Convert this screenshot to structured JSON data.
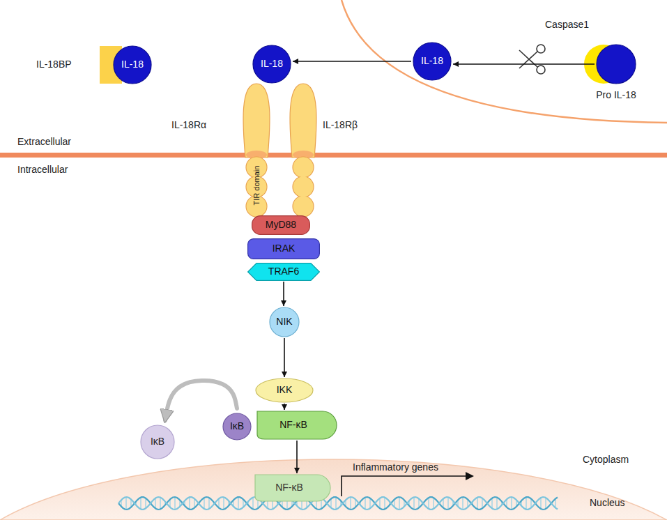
{
  "diagram": {
    "nodes": [
      {
        "text": [
          "IL-18"
        ]
      },
      {
        "text": [
          "IL-18"
        ]
      },
      {
        "text": [
          "IL-18"
        ]
      },
      {
        "text": [
          "Pro IL-18"
        ]
      },
      {
        "text": [
          "IL-18Rα",
          "TIR domain"
        ]
      },
      {
        "text": [
          "IL-18Rβ"
        ]
      },
      {
        "text": [
          "MyD88"
        ]
      },
      {
        "text": [
          "IRAK"
        ]
      },
      {
        "text": [
          "TRAF6"
        ]
      },
      {
        "text": [
          "NIK"
        ]
      },
      {
        "text": [
          "IKK"
        ]
      },
      {
        "text": [
          "IκB"
        ]
      },
      {
        "text": [
          "IκB"
        ]
      },
      {
        "text": [
          "NF-κB"
        ]
      },
      {
        "text": [
          "NF-κB"
        ]
      }
    ],
    "edges": [
      {
        "from": 2,
        "to": 1,
        "arrow": "to"
      },
      {
        "from": 3,
        "to": 2,
        "arrow": "to"
      },
      {
        "from": 8,
        "to": 9,
        "arrow": "to"
      },
      {
        "from": 9,
        "to": 10,
        "arrow": "to"
      },
      {
        "from": 10,
        "to": 13,
        "arrow": "to"
      },
      {
        "from": 13,
        "to": 14,
        "arrow": "to"
      },
      {
        "from": 12,
        "to": 11,
        "arrow": "to"
      }
    ],
    "labels": [
      "IL-18BP",
      "Caspase1",
      "Extracellular",
      "Intracellular",
      "Cytoplasm",
      "Nucleus",
      "Inflammatory genes"
    ]
  }
}
